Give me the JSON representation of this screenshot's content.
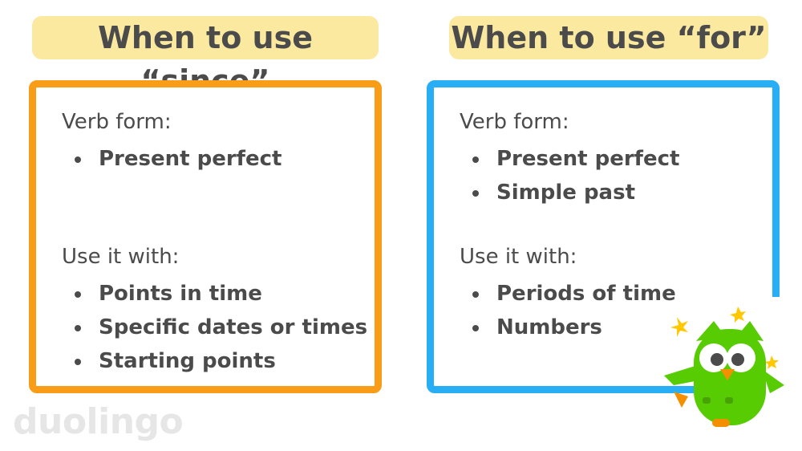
{
  "left_panel": {
    "title": "When to use “since”",
    "verb_heading": "Verb form:",
    "verb_items": [
      "Present perfect"
    ],
    "use_heading": "Use it with:",
    "use_items": [
      "Points in time",
      "Specific dates or times",
      "Starting points"
    ]
  },
  "right_panel": {
    "title": "When to use “for”",
    "verb_heading": "Verb form:",
    "verb_items": [
      "Present perfect",
      "Simple past"
    ],
    "use_heading": "Use it with:",
    "use_items": [
      "Periods of time",
      "Numbers"
    ]
  },
  "brand": {
    "logo_text": "duolingo"
  },
  "colors": {
    "since_border": "#f99c17",
    "for_border": "#27aef4",
    "title_bg": "#fbe9a0",
    "owl_green": "#58cc02"
  },
  "mascot": {
    "icon": "duo-owl-icon"
  }
}
